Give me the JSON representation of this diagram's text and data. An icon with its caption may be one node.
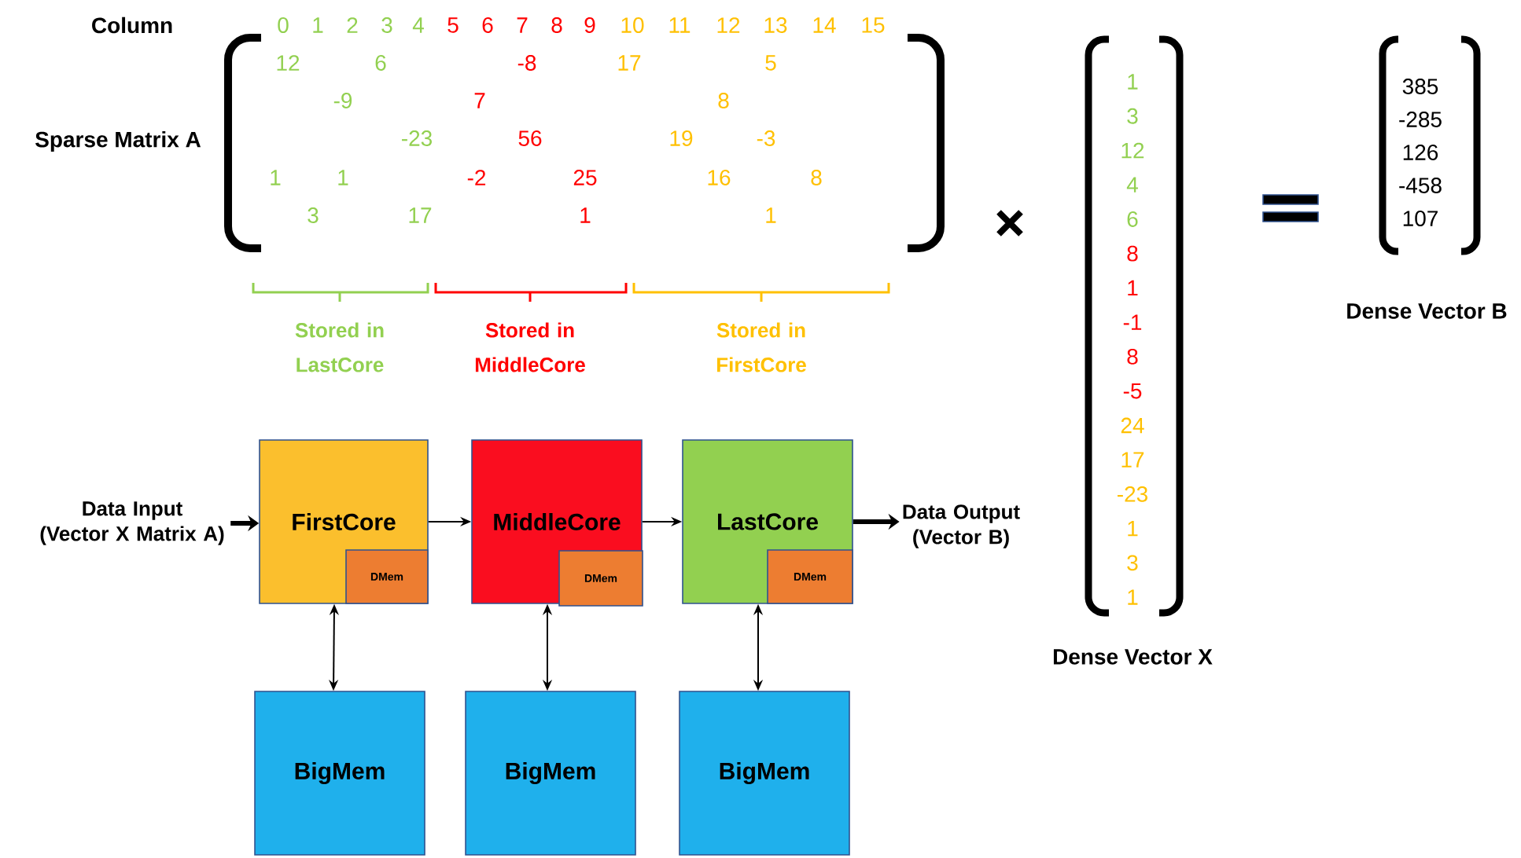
{
  "diagram": {
    "nodes": [
      {
        "text": [
          "FirstCore"
        ]
      },
      {
        "text": [
          "DMem"
        ],
        "in": 0
      },
      {
        "text": [
          "MiddleCore"
        ]
      },
      {
        "text": [
          "DMem"
        ],
        "in": 2
      },
      {
        "text": [
          "LastCore"
        ]
      },
      {
        "text": [
          "DMem"
        ],
        "in": 4
      },
      {
        "text": [
          "BigMem"
        ]
      },
      {
        "text": [
          "BigMem"
        ]
      },
      {
        "text": [
          "BigMem"
        ]
      },
      {
        "text": [
          "Data Input (Vector X Matrix A)"
        ]
      },
      {
        "text": [
          "Data Output (Vector B)"
        ]
      }
    ],
    "edges": [
      {
        "from": 9,
        "to": 0,
        "arrow": "to",
        "style": "thick"
      },
      {
        "from": 0,
        "to": 2,
        "arrow": "to"
      },
      {
        "from": 2,
        "to": 4,
        "arrow": "to"
      },
      {
        "from": 4,
        "to": 10,
        "arrow": "to",
        "style": "thick"
      },
      {
        "from": 0,
        "to": 6,
        "arrow": "both"
      },
      {
        "from": 2,
        "to": 7,
        "arrow": "both"
      },
      {
        "from": 4,
        "to": 8,
        "arrow": "both"
      }
    ],
    "labels": [
      "Column",
      "0",
      "1",
      "2",
      "3",
      "4",
      "5",
      "6",
      "7",
      "8",
      "9",
      "10",
      "11",
      "12",
      "13",
      "14",
      "15",
      "Sparse Matrix A",
      "12",
      "6",
      "-8",
      "17",
      "5",
      "-9",
      "7",
      "8",
      "-23",
      "56",
      "19",
      "-3",
      "1",
      "1",
      "-2",
      "25",
      "16",
      "8",
      "3",
      "17",
      "1",
      "1",
      "Stored in LastCore",
      "Stored in MiddleCore",
      "Stored in FirstCore",
      "1",
      "3",
      "12",
      "4",
      "6",
      "8",
      "1",
      "-1",
      "8",
      "-5",
      "24",
      "17",
      "-23",
      "1",
      "3",
      "1",
      "Dense Vector X",
      "385",
      "-285",
      "126",
      "-458",
      "107",
      "Dense Vector B"
    ]
  }
}
